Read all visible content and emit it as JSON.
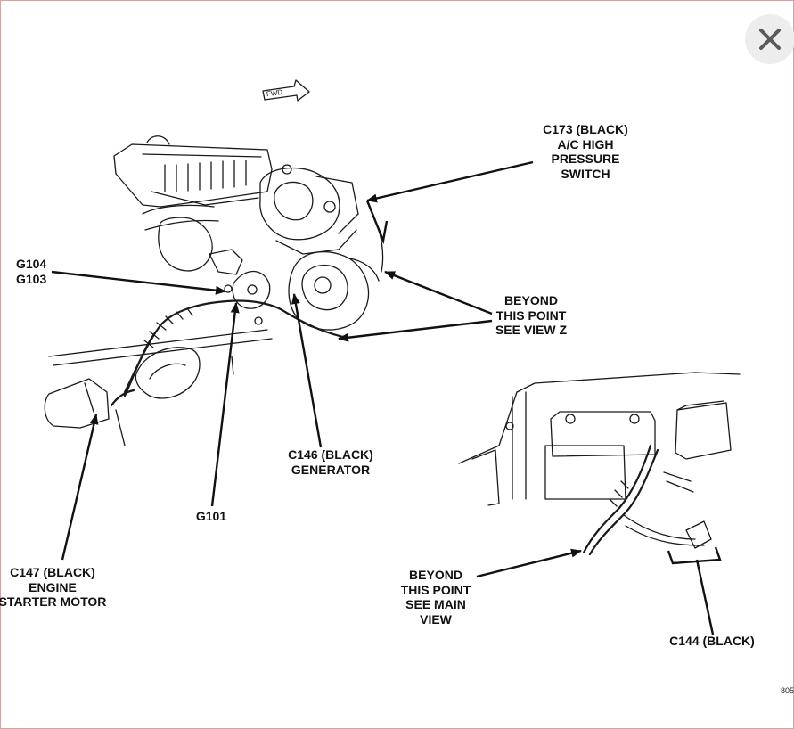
{
  "diagram": {
    "fwd_label": "FWD",
    "labels": {
      "c173": [
        "C173 (BLACK)",
        "A/C HIGH",
        "PRESSURE",
        "SWITCH"
      ],
      "g104_g103": [
        "G104",
        "G103"
      ],
      "beyond_view_z": [
        "BEYOND",
        "THIS POINT",
        "SEE VIEW Z"
      ],
      "c146": [
        "C146 (BLACK)",
        "GENERATOR"
      ],
      "g101": [
        "G101"
      ],
      "c147": [
        "C147 (BLACK)",
        "ENGINE",
        "STARTER MOTOR"
      ],
      "beyond_main_view": [
        "BEYOND",
        "THIS POINT",
        "SEE MAIN",
        "VIEW"
      ],
      "view_z_title": "VIEW Z",
      "c144": [
        "C144 (BLACK)"
      ]
    },
    "figure_code": "805"
  },
  "controls": {
    "close_icon": "close-icon"
  }
}
